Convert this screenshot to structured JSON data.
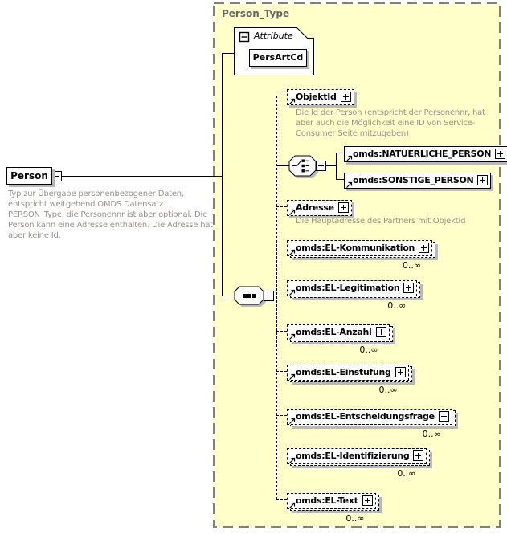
{
  "container": {
    "title": "Person_Type"
  },
  "root": {
    "label": "Person",
    "annotation": "Typ zur Übergabe personenbezogener Daten, entspricht weitgehend OMDS Datensatz PERSON_Type, die Personennr ist aber optional. Die Person kann eine Adresse enthalten. Die Adresse hat aber keine Id."
  },
  "attributes": {
    "header": "Attribute",
    "items": [
      {
        "name": "PersArtCd"
      }
    ]
  },
  "compositors": [
    {
      "type": "sequence",
      "icon": "sequence-compositor-icon"
    },
    {
      "type": "choice",
      "icon": "choice-compositor-icon"
    }
  ],
  "icons": {
    "expand": "plus-icon",
    "collapse": "minus-icon",
    "reference": "element-reference-arrow-icon"
  },
  "elements": [
    {
      "label": "ObjektId",
      "annotation": "Die Id der Person (entspricht der Personennr, hat aber auch die Möglichkeit eine ID von Service-Consumer Seite mitzugeben)"
    },
    {
      "label": "omds:NATUERLICHE_PERSON"
    },
    {
      "label": "omds:SONSTIGE_PERSON"
    },
    {
      "label": "Adresse",
      "annotation": "Die Hauptadresse des Partners mit ObjektId"
    },
    {
      "label": "omds:EL-Kommunikation",
      "cardinality": "0..∞"
    },
    {
      "label": "omds:EL-Legitimation",
      "cardinality": "0..∞"
    },
    {
      "label": "omds:EL-Anzahl",
      "cardinality": "0..∞"
    },
    {
      "label": "omds:EL-Einstufung",
      "cardinality": "0..∞"
    },
    {
      "label": "omds:EL-Entscheidungsfrage",
      "cardinality": "0..∞"
    },
    {
      "label": "omds:EL-Identifizierung",
      "cardinality": "0..∞"
    },
    {
      "label": "omds:EL-Text",
      "cardinality": "0..∞"
    }
  ],
  "colors": {
    "container_fill": "#FFFFC9",
    "container_border": "#808080",
    "box_border": "#000000",
    "shadow": "#B9B9B9",
    "annotation_text": "#98948C",
    "title_text": "#666666"
  }
}
